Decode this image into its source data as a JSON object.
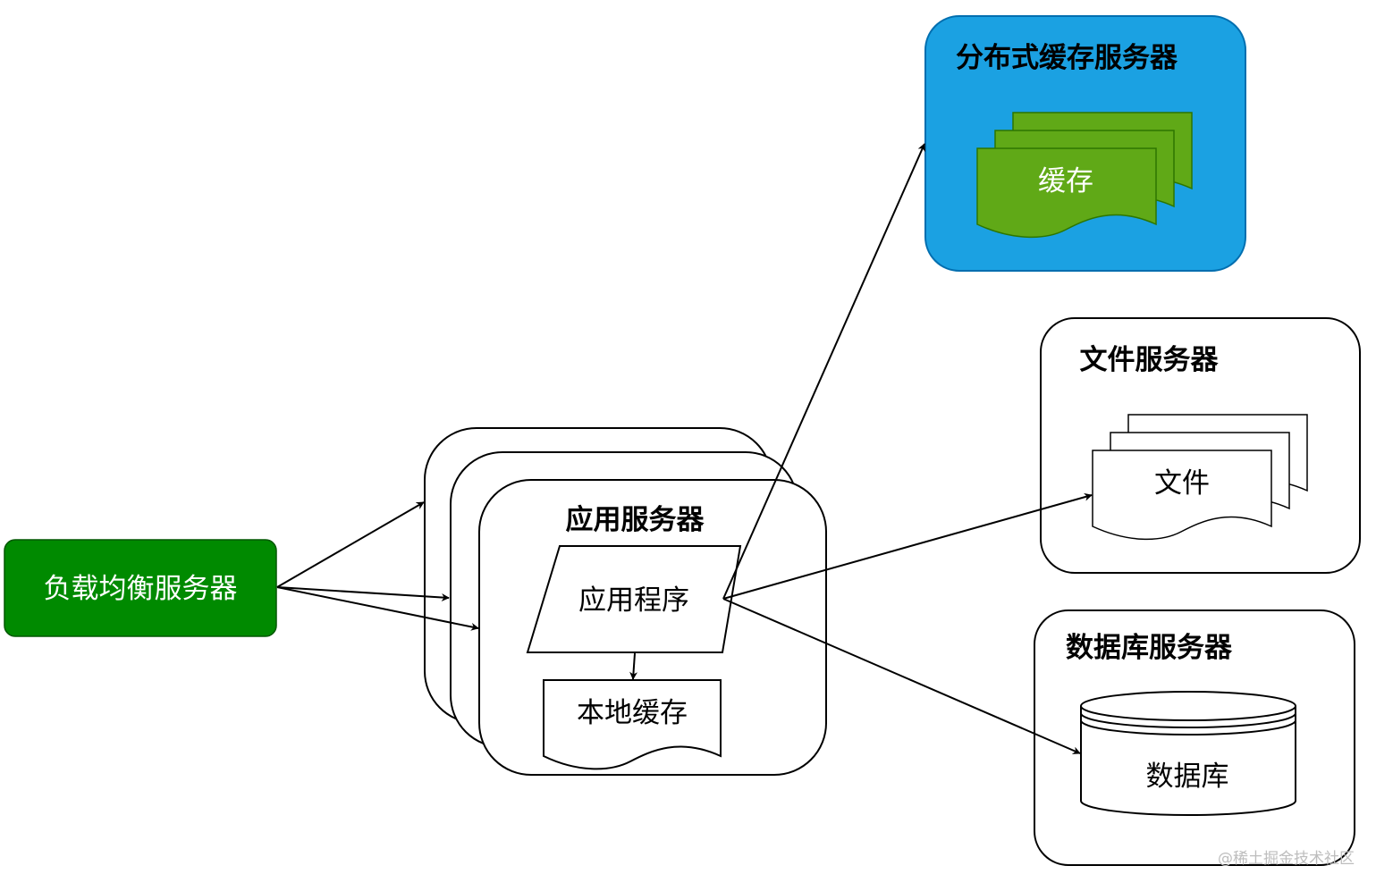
{
  "nodes": {
    "load_balancer": "负载均衡服务器",
    "app_server_title": "应用服务器",
    "app_program": "应用程序",
    "local_cache": "本地缓存",
    "distributed_cache_title": "分布式缓存服务器",
    "cache_doc": "缓存",
    "file_server_title": "文件服务器",
    "file_doc": "文件",
    "db_server_title": "数据库服务器",
    "database": "数据库"
  },
  "watermark": "@稀土掘金技术社区",
  "colors": {
    "load_balancer_fill": "#008a00",
    "load_balancer_stroke": "#005700",
    "cache_server_fill": "#1ba1e2",
    "cache_server_stroke": "#006eaf",
    "cache_doc_fill": "#60a917",
    "cache_doc_stroke": "#2d7600",
    "line": "#000000"
  }
}
